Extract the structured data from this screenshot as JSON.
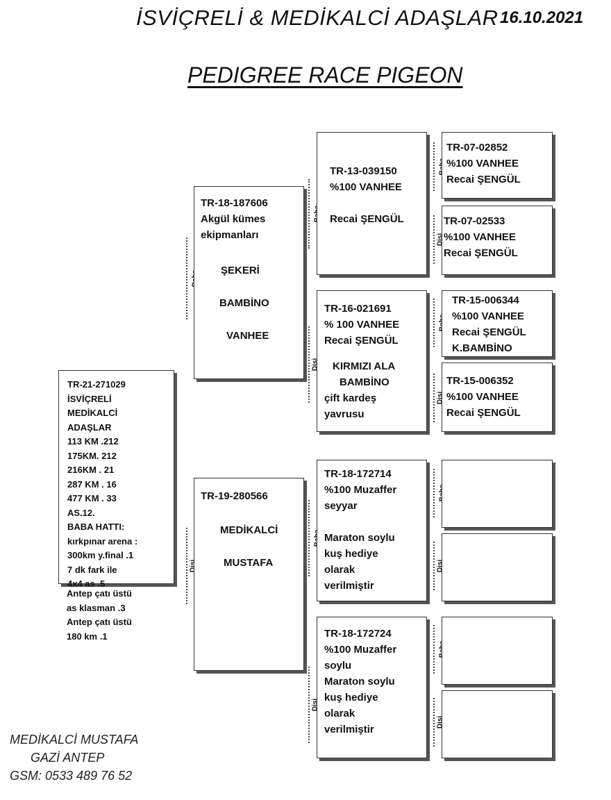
{
  "header": {
    "title": "İSVİÇRELİ & MEDİKALCİ ADAŞLAR",
    "date": "16.10.2021",
    "page_title": "PEDIGREE RACE PIGEON"
  },
  "labels": {
    "baba": "Baba",
    "disi": "Dişi"
  },
  "subject": {
    "lines": [
      "TR-21-271029",
      "İSVİÇRELİ",
      "MEDİKALCİ",
      "ADAŞLAR",
      "113 KM .212",
      "175KM. 212",
      "216KM . 21",
      "287 KM . 16",
      "477 KM . 33",
      "AS.12.",
      "BABA HATTI:",
      "kırkpınar arena :",
      "300km y.final .1",
      "7 dk fark ile",
      "4x4 as .5"
    ],
    "below": [
      "Antep çatı üstü",
      "as klasman .3",
      "Antep çatı üstü",
      "180  km .1"
    ]
  },
  "sire": {
    "lines": [
      "TR-18-187606",
      "Akgül kümes",
      "ekipmanları"
    ],
    "name": [
      "ŞEKERİ",
      "BAMBİNO",
      "VANHEE"
    ]
  },
  "dam": {
    "ring": "TR-19-280566",
    "name": [
      "MEDİKALCİ",
      "MUSTAFA"
    ]
  },
  "sire_sire": {
    "lines": [
      "TR-13-039150",
      "%100 VANHEE",
      "",
      "Recai ŞENGÜL"
    ]
  },
  "sire_dam": {
    "lines": [
      "TR-16-021691",
      "% 100 VANHEE",
      "Recai ŞENGÜL"
    ],
    "extra": [
      "KIRMIZI ALA",
      "BAMBİNO",
      "çift kardeş",
      "yavrusu"
    ]
  },
  "dam_sire": {
    "lines": [
      "TR-18-172714",
      "%100 Muzaffer",
      "seyyar",
      "",
      "Maraton soylu",
      "kuş hediye",
      "olarak",
      "verilmiştir"
    ]
  },
  "dam_dam": {
    "lines": [
      "TR-18-172724",
      "%100 Muzaffer",
      "soylu",
      "Maraton soylu",
      "kuş hediye",
      "olarak",
      "verilmiştir"
    ]
  },
  "ggp": [
    {
      "lines": [
        "TR-07-02852",
        "%100 VANHEE",
        "Recai ŞENGÜL"
      ]
    },
    {
      "lines": [
        "TR-07-02533",
        "%100 VANHEE",
        "Recai ŞENGÜL"
      ]
    },
    {
      "lines": [
        "TR-15-006344",
        "%100 VANHEE",
        "Recai ŞENGÜL",
        "K.BAMBİNO"
      ]
    },
    {
      "lines": [
        "TR-15-006352",
        "%100 VANHEE",
        "Recai ŞENGÜL"
      ]
    },
    {
      "lines": []
    },
    {
      "lines": []
    },
    {
      "lines": []
    },
    {
      "lines": []
    }
  ],
  "footer": {
    "name": "MEDİKALCİ MUSTAFA",
    "city": "GAZİ ANTEP",
    "gsm": "GSM: 0533 489 76 52"
  }
}
